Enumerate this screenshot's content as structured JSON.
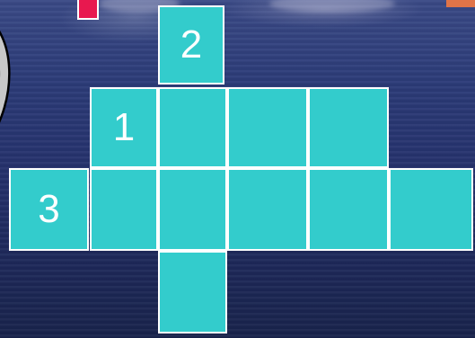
{
  "colors": {
    "cell_fill": "#33cccc",
    "cell_border": "#ffffff",
    "number_text": "#ffffff",
    "background": "#2c3b78",
    "top_shape_pink": "#e8184f",
    "top_shape_orange": "#e07448",
    "swirl": "#c8c8c8"
  },
  "clues": {
    "one": "1",
    "two": "2",
    "three": "3"
  },
  "grid": {
    "cells": [
      {
        "id": "cell-2-start",
        "number": "2"
      },
      {
        "id": "cell-1-start",
        "number": "1"
      },
      {
        "id": "cell-r1-c3",
        "number": ""
      },
      {
        "id": "cell-r1-c4",
        "number": ""
      },
      {
        "id": "cell-r1-c5",
        "number": ""
      },
      {
        "id": "cell-3-start",
        "number": "3"
      },
      {
        "id": "cell-r2-c2",
        "number": ""
      },
      {
        "id": "cell-r2-c3",
        "number": ""
      },
      {
        "id": "cell-r2-c4",
        "number": ""
      },
      {
        "id": "cell-r2-c5",
        "number": ""
      },
      {
        "id": "cell-r2-c6",
        "number": ""
      },
      {
        "id": "cell-r3-c3",
        "number": ""
      }
    ]
  }
}
